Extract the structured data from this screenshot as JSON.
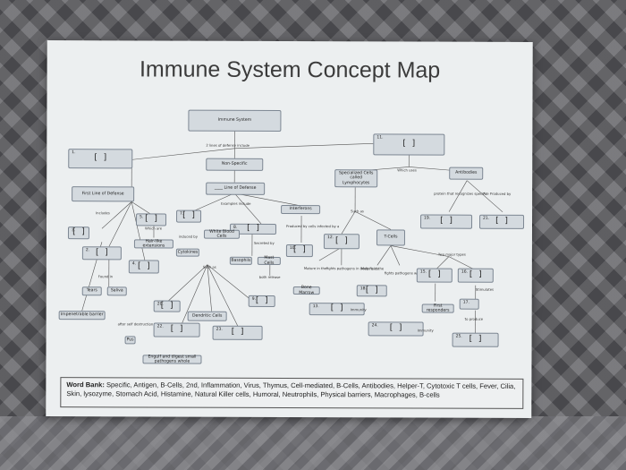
{
  "title": "Immune System Concept Map",
  "nodes": {
    "immune_system": "Immune System",
    "n1_num": "1.",
    "non_specific": "Non-Specific",
    "n5_num": "5.",
    "line_of_defense": "____ Line of Defense",
    "first_line": "First Line of Defense",
    "n2_num": "2.",
    "n3_num": "3.",
    "n4_num": "4.",
    "n6_num": "6.",
    "n7_num": "7.",
    "n8_num": "8.",
    "n9_num": "9.",
    "n10_num": "10.",
    "n11_num": "11.",
    "n12_num": "12.",
    "n13_num": "13.",
    "n14_num": "14.",
    "n15_num": "15.",
    "n16_num": "16.",
    "n17_num": "17.",
    "n18_num": "18.",
    "n19_num": "19.",
    "n20_num": "20.",
    "n21_num": "21.",
    "n22_num": "22.",
    "n23_num": "23.",
    "n24_num": "24.",
    "n25_num": "25.",
    "hair_like": "Hair-like extensions",
    "white_blood": "White Blood Cells",
    "cytokines": "Cytokines",
    "basophils": "Basophils",
    "mast_cells": "Mast Cells",
    "tears": "Tears",
    "saliva": "Saliva",
    "impenetrable": "Impenetrable barrier",
    "pus": "Pus",
    "dendritic": "Dendritic Cells",
    "engulf": "Engulf and digest small pathogens whole",
    "interferons": "Interferons",
    "bone_marrow": "Bone Marrow",
    "t_cells": "T-Cells",
    "specialized": "Specialized Cells called Lymphocytes",
    "antibodies": "Antibodies",
    "first_responders": "First responders",
    "bracket": "[ ]"
  },
  "labels": {
    "lines_defense": "2 lines of defense include",
    "which_uses": "Which uses",
    "examples_include": "Examples include",
    "includes": "Includes",
    "which_are": "Which are",
    "induced_by": "induced by",
    "produced_by": "Produced by cells infected by a",
    "secreted_by": "Secreted by",
    "such_as": "Such as",
    "such_as2": "Such as",
    "found_in": "Found in",
    "after_self": "after self destruction",
    "protein_that": "protein that recognizes specific",
    "are_produced": "Are Produced by",
    "mature_in": "Mature in the",
    "mature_in2": "Mature in the",
    "fights_body": "fights pathogens in body fluids",
    "fights_within": "fights pathogens within cells",
    "two_major": "Two major types",
    "stimulate": "Stimulates",
    "to_produce": "to produce",
    "immunity": "Immunity",
    "immunity2": "Immunity",
    "both_release": "both release"
  },
  "word_bank": {
    "label": "Word Bank:",
    "text": "Specific, Antigen, B-Cells, 2nd, Inflammation, Virus, Thymus, Cell-mediated, B-Cells, Antibodies, Helper-T, Cytotoxic T cells, Fever, Cilia, Skin, lysozyme, Stomach Acid, Histamine, Natural Killer cells, Humoral, Neutrophils, Physical barriers, Macrophages, B-cells"
  }
}
